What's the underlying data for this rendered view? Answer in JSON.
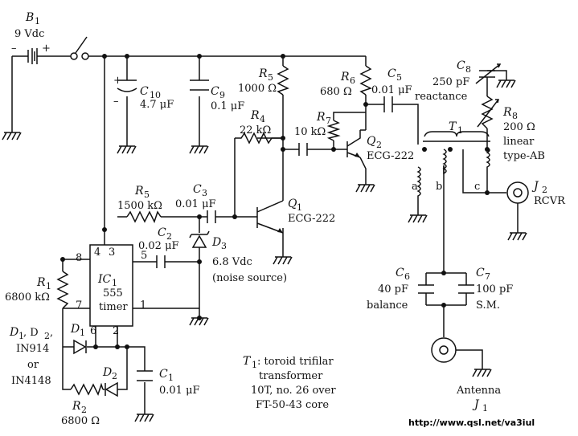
{
  "battery": {
    "ref": "B",
    "sub": "1",
    "value": "9 Vdc",
    "minus": "–",
    "plus": "+"
  },
  "c10": {
    "ref": "C",
    "sub": "10",
    "value": "4.7 μF",
    "plus": "+",
    "minus": "–"
  },
  "c9": {
    "ref": "C",
    "sub": "9",
    "value": "0.1 μF"
  },
  "r5": {
    "ref": "R",
    "sub": "5",
    "value": "1000 Ω"
  },
  "r6": {
    "ref": "R",
    "sub": "6",
    "value": "680 Ω"
  },
  "c5": {
    "ref": "C",
    "sub": "5",
    "value": "0.01 μF"
  },
  "c8": {
    "ref": "C",
    "sub": "8",
    "value": "250 pF",
    "note": "reactance"
  },
  "r8": {
    "ref": "R",
    "sub": "8",
    "value": "200 Ω",
    "note1": "linear",
    "note2": "type-AB"
  },
  "r4": {
    "ref": "R",
    "sub": "4",
    "value": "22 kΩ"
  },
  "r7": {
    "ref": "R",
    "sub": "7",
    "value": "10 kΩ"
  },
  "q2": {
    "ref": "Q",
    "sub": "2",
    "part": "ECG-222"
  },
  "t1": {
    "ref": "T",
    "sub": "1",
    "tap_a": "a",
    "tap_b": "b",
    "tap_c": "c"
  },
  "j2": {
    "ref": "J",
    "sub": "2",
    "name": "RCVR"
  },
  "r5b": {
    "ref": "R",
    "sub": "5",
    "value": "1500 kΩ"
  },
  "c3": {
    "ref": "C",
    "sub": "3",
    "value": "0.01 μF"
  },
  "q1": {
    "ref": "Q",
    "sub": "1",
    "part": "ECG-222"
  },
  "c2": {
    "ref": "C",
    "sub": "2",
    "value": "0.02 μF"
  },
  "d3": {
    "ref": "D",
    "sub": "3",
    "value": "6.8 Vdc",
    "note": "(noise source)"
  },
  "ic1": {
    "ref": "IC",
    "sub": "1",
    "line2": "555",
    "line3": "timer",
    "pin8": "8",
    "pin4": "4",
    "pin3": "3",
    "pin5": "5",
    "pin7": "7",
    "pin1": "1",
    "pin6": "6",
    "pin2": "2"
  },
  "r1": {
    "ref": "R",
    "sub": "1",
    "value": "6800 kΩ"
  },
  "d1d2": {
    "line1a": "D",
    "sub1": "1",
    "line1b": ", D",
    "sub2": "2",
    "line1c": ",",
    "line2": "IN914",
    "line3": "or",
    "line4": "IN4148"
  },
  "d1": {
    "ref": "D",
    "sub": "1"
  },
  "d2": {
    "ref": "D",
    "sub": "2"
  },
  "r2": {
    "ref": "R",
    "sub": "2",
    "value": "6800 Ω"
  },
  "c1": {
    "ref": "C",
    "sub": "1",
    "value": "0.01 μF"
  },
  "c6": {
    "ref": "C",
    "sub": "6",
    "value": "40 pF",
    "note": "balance"
  },
  "c7": {
    "ref": "C",
    "sub": "7",
    "value": "100 pF",
    "note": "S.M."
  },
  "antenna": {
    "name": "Antenna",
    "ref": "J",
    "sub": "1"
  },
  "t1note": {
    "ref": "T",
    "sub": "1",
    "line1": ": toroid trifilar",
    "line2": "transformer",
    "line3": "10T, no. 26 over",
    "line4": "FT-50-43 core"
  },
  "url": "http://www.qsl.net/va3iul"
}
